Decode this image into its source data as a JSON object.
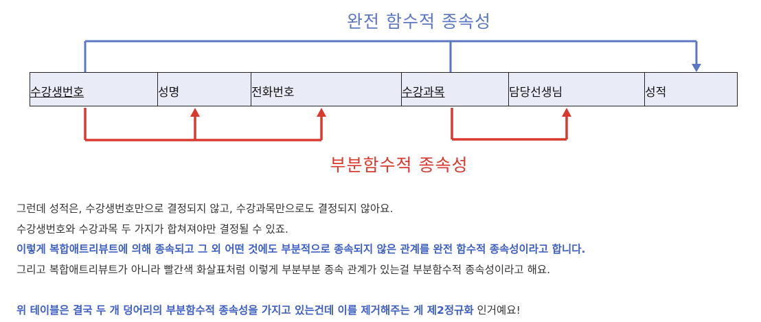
{
  "diagram": {
    "full_label": "완전 함수적 종속성",
    "partial_label": "부분함수적 종속성",
    "colors": {
      "full": "#5b76c2",
      "partial": "#d9382c",
      "table_bg": "#e9ebf7"
    },
    "columns": [
      {
        "label": "수강생번호",
        "key": true
      },
      {
        "label": "성명",
        "key": false
      },
      {
        "label": "전화번호",
        "key": false
      },
      {
        "label": "수강과목",
        "key": true
      },
      {
        "label": "담당선생님",
        "key": false
      },
      {
        "label": "성적",
        "key": false
      }
    ]
  },
  "text": {
    "line1": "그런데 성적은, 수강생번호만으로 결정되지 않고, 수강과목만으로도 결정되지 않아요.",
    "line2": "수강생번호와 수강과목 두 가지가 합쳐져야만 결정될 수 있죠.",
    "line3": "이렇게 복합애트리뷰트에 의해 종속되고 그 외 어떤 것에도 부분적으로 종속되지 않은 관계를 완전 함수적 종속성이라고 합니다.",
    "line4": "그리고 복합애트리뷰트가 아니라 빨간색 화살표처럼 이렇게 부분부분 종속 관계가 있는걸 부분함수적 종속성이라고 해요.",
    "line5_bold": "위 테이블은 결국 두 개 덩어리의 부분함수적 종속성을 가지고 있는건데 이를 제거해주는 게 제2정규화",
    "line5_rest": " 인거예요!"
  }
}
